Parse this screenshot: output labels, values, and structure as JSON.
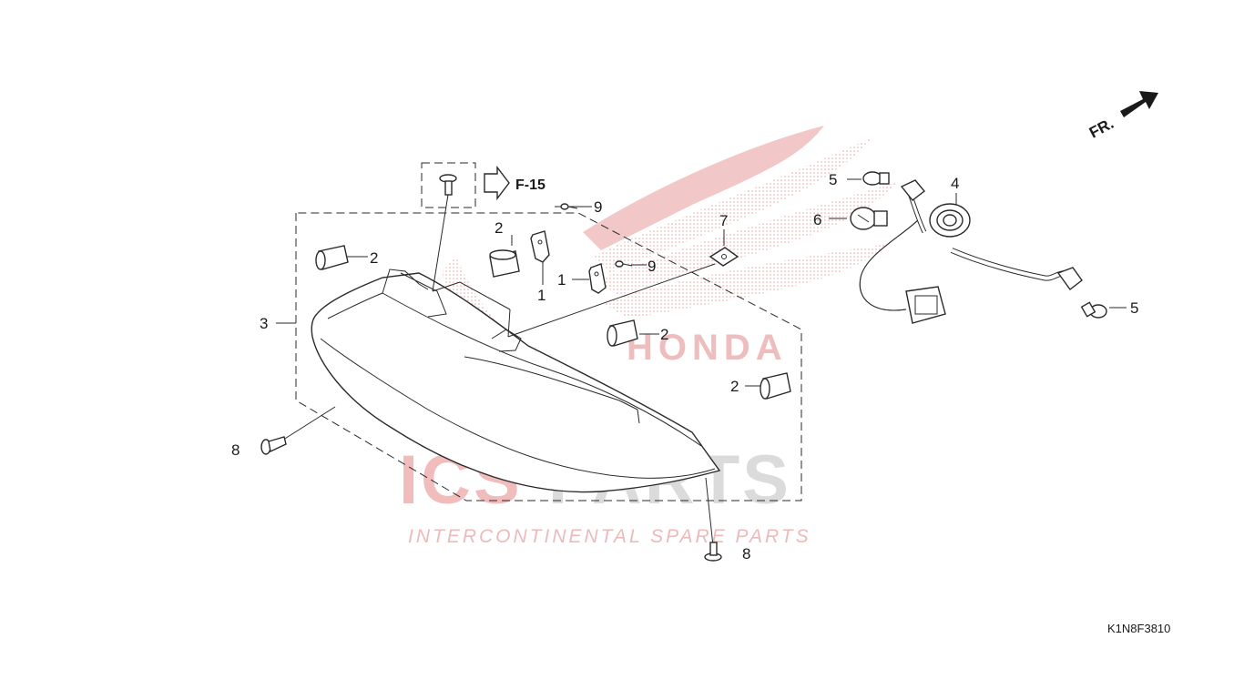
{
  "diagram": {
    "reference": {
      "arrow_label": "F-15"
    },
    "front_indicator": {
      "label": "FR."
    },
    "drawing_code": "K1N8F3810",
    "callouts": {
      "c2_a": "2",
      "c2_b": "2",
      "c2_c": "2",
      "c2_d": "2",
      "c1_a": "1",
      "c1_b": "1",
      "c9_a": "9",
      "c9_b": "9",
      "c7": "7",
      "c3": "3",
      "c8_a": "8",
      "c8_b": "8",
      "c5_a": "5",
      "c5_b": "5",
      "c4": "4",
      "c6": "6"
    },
    "watermark": {
      "brand": "HONDA",
      "name_part1": "ICS",
      "name_part2": "PARTS",
      "tagline": "INTERCONTINENTAL SPARE PARTS"
    },
    "colors": {
      "line": "#2a2a2a",
      "watermark_red": "#e8a0a0",
      "watermark_grey": "#d8d8d8"
    }
  }
}
